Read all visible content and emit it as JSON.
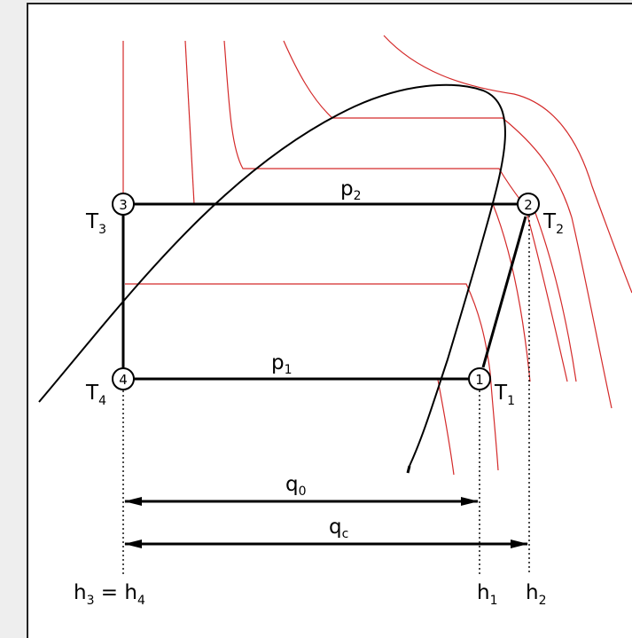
{
  "diagram": {
    "colors": {
      "background": "#eeeeee",
      "panel": "#ffffff",
      "border": "#222222",
      "cycle": "#000000",
      "isotherm": "#d42a2a"
    },
    "states": [
      {
        "number": "1",
        "temp_main": "T",
        "temp_sub": "1"
      },
      {
        "number": "2",
        "temp_main": "T",
        "temp_sub": "2"
      },
      {
        "number": "3",
        "temp_main": "T",
        "temp_sub": "3"
      },
      {
        "number": "4",
        "temp_main": "T",
        "temp_sub": "4"
      }
    ],
    "pressures": {
      "high": {
        "main": "p",
        "sub": "2"
      },
      "low": {
        "main": "p",
        "sub": "1"
      }
    },
    "heats": {
      "evaporator": {
        "main": "q",
        "sub": "0"
      },
      "condenser": {
        "main": "q",
        "sub": "c"
      }
    },
    "enthalpies": {
      "h34": {
        "main1": "h",
        "sub1": "3",
        "equals": " = ",
        "main2": "h",
        "sub2": "4"
      },
      "h1": {
        "main": "h",
        "sub": "1"
      },
      "h2": {
        "main": "h",
        "sub": "2"
      }
    }
  }
}
